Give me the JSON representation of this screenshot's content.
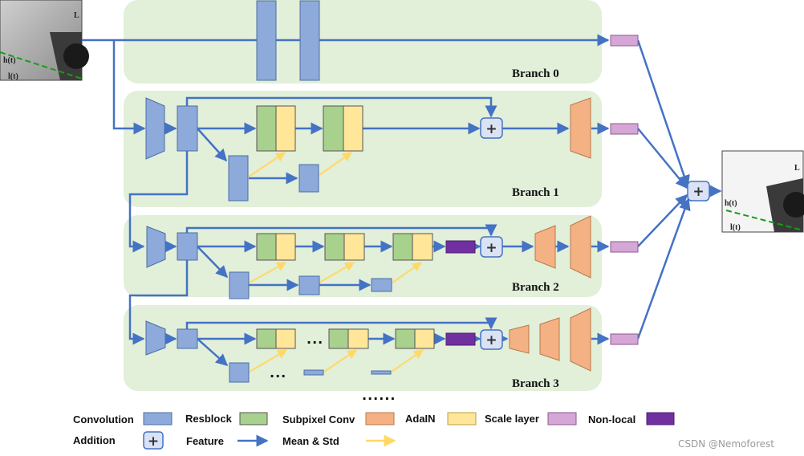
{
  "branches": [
    "Branch 0",
    "Branch 1",
    "Branch 2",
    "Branch 3"
  ],
  "more_branches": "······",
  "block_dots": "···",
  "operator_symbol": "+",
  "input_image": {
    "labels": [
      "L",
      "h(t)",
      "l(t)"
    ]
  },
  "output_image": {
    "labels": [
      "L",
      "h(t)",
      "l(t)"
    ]
  },
  "legend": {
    "convolution": "Convolution",
    "resblock": "Resblock",
    "subpixel_conv": "Subpixel Conv",
    "adain": "AdaIN",
    "scale_layer": "Scale layer",
    "non_local": "Non-local",
    "addition": "Addition",
    "feature": "Feature",
    "mean_std": "Mean & Std"
  },
  "watermark": "CSDN @Nemoforest",
  "colors": {
    "panel": "#e2efd9",
    "convolution": "#8eaadb",
    "resblock": "#a9d18e",
    "subpixel": "#f4b183",
    "scale_layer": "#ffe699",
    "non_local": "#d5a6d6",
    "non_local_purple": "#7030a0",
    "addition": "#dae3f3",
    "feature_arrow": "#4472c4",
    "mean_std_arrow": "#ffd966"
  }
}
